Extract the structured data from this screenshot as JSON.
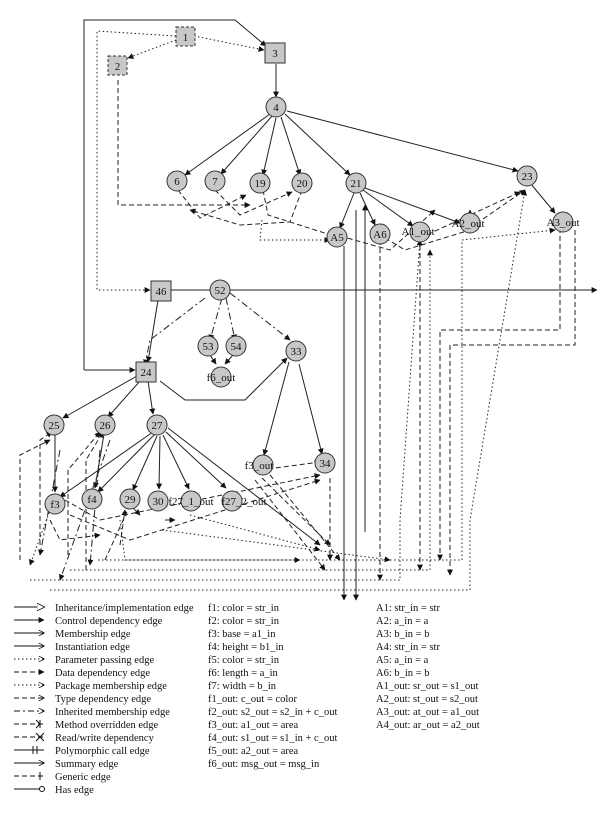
{
  "nodes": {
    "n1": {
      "label": "1"
    },
    "n2": {
      "label": "2"
    },
    "n3": {
      "label": "3"
    },
    "n4": {
      "label": "4"
    },
    "n6": {
      "label": "6"
    },
    "n7": {
      "label": "7"
    },
    "n19": {
      "label": "19"
    },
    "n20": {
      "label": "20"
    },
    "n21": {
      "label": "21"
    },
    "n23": {
      "label": "23"
    },
    "nA5": {
      "label": "A5"
    },
    "nA6": {
      "label": "A6"
    },
    "nA1out": {
      "label": "A1_out"
    },
    "nA2out": {
      "label": "A2_out"
    },
    "nA3out": {
      "label": "A3_out"
    },
    "n46": {
      "label": "46"
    },
    "n52": {
      "label": "52"
    },
    "n53": {
      "label": "53"
    },
    "n54": {
      "label": "54"
    },
    "nf6out": {
      "label": "f6_out"
    },
    "n33": {
      "label": "33"
    },
    "n24": {
      "label": "24"
    },
    "n25": {
      "label": "25"
    },
    "n26": {
      "label": "26"
    },
    "n27": {
      "label": "27"
    },
    "nf3out": {
      "label": "f3_out"
    },
    "n34": {
      "label": "34"
    },
    "nf3": {
      "label": "f3"
    },
    "nf4": {
      "label": "f4"
    },
    "n29": {
      "label": "29"
    },
    "n30": {
      "label": "30"
    },
    "nf271out": {
      "label": "f27_1_out"
    },
    "nf272out": {
      "label": "f27_2_out"
    }
  },
  "legend": {
    "edges": [
      "Inheritance/implementation edge",
      "Control dependency edge",
      "Membership edge",
      "Instantiation edge",
      "Parameter passing edge",
      "Data dependency edge",
      "Package membership edge",
      "Type dependency edge",
      "Inherited membership edge",
      "Method overridden edge",
      "Read/write dependency",
      "Polymorphic call edge",
      "Summary edge",
      "Generic edge",
      "Has edge"
    ],
    "functions": [
      "f1: color = str_in",
      "f2: color = str_in",
      "f3: base = a1_in",
      "f4: height = b1_in",
      "f5: color = str_in",
      "f6: length = a_in",
      "f7: width = b_in",
      "f1_out: c_out = color",
      "f2_out: s2_out = s2_in + c_out",
      "f3_out: a1_out = area",
      "f4_out: s1_out = s1_in + c_out",
      "f5_out: a2_out = area",
      "f6_out: msg_out = msg_in"
    ],
    "assignments": [
      "A1: str_in = str",
      "A2: a_in = a",
      "A3: b_in = b",
      "A4: str_in = str",
      "A5: a_in = a",
      "A6: b_in = b",
      "A1_out: sr_out = s1_out",
      "A2_out: st_out = s2_out",
      "A3_out: at_out = a1_out",
      "A4_out: ar_out = a2_out"
    ]
  }
}
